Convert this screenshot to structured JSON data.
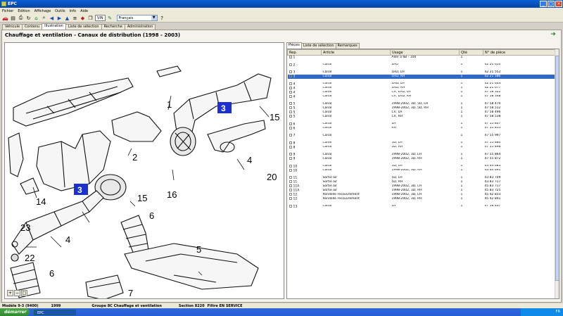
{
  "window": {
    "title": "EPC"
  },
  "menu": [
    "Fichier",
    "Edition",
    "Affichage",
    "Outils",
    "Info",
    "Aide"
  ],
  "toolbar": {
    "vin_label": "VIN",
    "language": "Français"
  },
  "tabs": [
    "Véhicule",
    "Contenu",
    "Illustration",
    "Liste de sélection",
    "Recherche",
    "Administration"
  ],
  "page": {
    "title": "Chauffage et ventilation - Canaux de distribution   (1998 - 2003)"
  },
  "right_tabs": [
    "Pièces",
    "Liste de sélection",
    "Remarques"
  ],
  "table": {
    "headers": [
      "Rep.",
      "Article",
      "Usage",
      "Qté",
      "N° de pièce"
    ],
    "rows": [
      {
        "rep": "1",
        "article": "",
        "usage": "Aller à 6B - 100",
        "qty": "1",
        "part": "",
        "sel": false
      },
      {
        "rep": "",
        "article": "",
        "usage": "",
        "qty": "",
        "part": "",
        "sel": false
      },
      {
        "rep": "2",
        "article": "Canal",
        "usage": "LHD",
        "qty": "1",
        "part": "42 21 610",
        "sel": false
      },
      {
        "rep": "",
        "article": "",
        "usage": "",
        "qty": "",
        "part": "",
        "sel": false
      },
      {
        "rep": "3",
        "article": "Canal",
        "usage": "LHD, LH",
        "qty": "1",
        "part": "42 21 552",
        "sel": false
      },
      {
        "rep": "3",
        "article": "Canal",
        "usage": "LHD, RH",
        "qty": "1",
        "part": "42 21 586",
        "sel": true
      },
      {
        "rep": "",
        "article": "",
        "usage": "",
        "qty": "",
        "part": "",
        "sel": false
      },
      {
        "rep": "4",
        "article": "Canal",
        "usage": "LHD, LH",
        "qty": "1",
        "part": "42 21 644",
        "sel": false
      },
      {
        "rep": "4",
        "article": "Canal",
        "usage": "LHD, RH",
        "qty": "1",
        "part": "42 21 677",
        "sel": false
      },
      {
        "rep": "4",
        "article": "Canal",
        "usage": "CV, LHD, LH",
        "qty": "1",
        "part": "47 58 322",
        "sel": false
      },
      {
        "rep": "4",
        "article": "Canal",
        "usage": "CV, LHD, RH",
        "qty": "1",
        "part": "47 58 348",
        "sel": false
      },
      {
        "rep": "",
        "article": "",
        "usage": "",
        "qty": "",
        "part": "",
        "sel": false
      },
      {
        "rep": "5",
        "article": "Canal",
        "usage": "1998-2002, 3D, 5D, LH",
        "qty": "1",
        "part": "47 58 470",
        "sel": false
      },
      {
        "rep": "5",
        "article": "Canal",
        "usage": "1998-2002, 3D, 5D, RH",
        "qty": "1",
        "part": "47 58 512",
        "sel": false
      },
      {
        "rep": "5",
        "article": "Canal",
        "usage": "CV, LH",
        "qty": "1",
        "part": "47 58 496",
        "sel": false
      },
      {
        "rep": "5",
        "article": "Canal",
        "usage": "CV, RH",
        "qty": "1",
        "part": "47 58 538",
        "sel": false
      },
      {
        "rep": "",
        "article": "",
        "usage": "",
        "qty": "",
        "part": "",
        "sel": false
      },
      {
        "rep": "6",
        "article": "Canal",
        "usage": "LH",
        "qty": "1",
        "part": "47 55 807",
        "sel": false
      },
      {
        "rep": "6",
        "article": "Canal",
        "usage": "RH",
        "qty": "1",
        "part": "47 55 815",
        "sel": false
      },
      {
        "rep": "",
        "article": "",
        "usage": "",
        "qty": "",
        "part": "",
        "sel": false
      },
      {
        "rep": "7",
        "article": "Canal",
        "usage": "",
        "qty": "1",
        "part": "47 55 997",
        "sel": false
      },
      {
        "rep": "",
        "article": "",
        "usage": "",
        "qty": "",
        "part": "",
        "sel": false
      },
      {
        "rep": "8",
        "article": "Canal",
        "usage": "5D, LH",
        "qty": "1",
        "part": "47 55 880",
        "sel": false
      },
      {
        "rep": "8",
        "article": "Canal",
        "usage": "5D, RH",
        "qty": "1",
        "part": "47 55 898",
        "sel": false
      },
      {
        "rep": "",
        "article": "",
        "usage": "",
        "qty": "",
        "part": "",
        "sel": false
      },
      {
        "rep": "9",
        "article": "Canal",
        "usage": "1998-2002, 3D, LH",
        "qty": "1",
        "part": "47 55 864",
        "sel": false
      },
      {
        "rep": "9",
        "article": "Canal",
        "usage": "1998-2002, 3D, RH",
        "qty": "1",
        "part": "47 55 872",
        "sel": false
      },
      {
        "rep": "",
        "article": "",
        "usage": "",
        "qty": "",
        "part": "",
        "sel": false
      },
      {
        "rep": "10",
        "article": "Canal",
        "usage": "5D, LH",
        "qty": "1",
        "part": "43 64 683",
        "sel": false
      },
      {
        "rep": "10",
        "article": "Canal",
        "usage": "1998-2002, 3D, RH",
        "qty": "1",
        "part": "43 64 691",
        "sel": false
      },
      {
        "rep": "",
        "article": "",
        "usage": "",
        "qty": "",
        "part": "",
        "sel": false
      },
      {
        "rep": "11",
        "article": "Sortie air",
        "usage": "5D, LH",
        "qty": "1",
        "part": "43 83 709",
        "sel": false
      },
      {
        "rep": "11",
        "article": "Sortie air",
        "usage": "5D, RH",
        "qty": "1",
        "part": "43 83 717",
        "sel": false
      },
      {
        "rep": "11A",
        "article": "Sortie air",
        "usage": "1998-2002, 3D, LH",
        "qty": "1",
        "part": "45 83 717",
        "sel": false
      },
      {
        "rep": "11A",
        "article": "Sortie air",
        "usage": "1998-2002, 3D, RH",
        "qty": "1",
        "part": "45 83 725",
        "sel": false
      },
      {
        "rep": "12",
        "article": "Rondelle recouvrement",
        "usage": "1998-2002, 3D, LH",
        "qty": "1",
        "part": "45 42 833",
        "sel": false
      },
      {
        "rep": "12",
        "article": "Rondelle recouvrement",
        "usage": "1998-2002, 3D, RH",
        "qty": "1",
        "part": "45 42 841",
        "sel": false
      },
      {
        "rep": "",
        "article": "",
        "usage": "",
        "qty": "",
        "part": "",
        "sel": false
      },
      {
        "rep": "13",
        "article": "Canal",
        "usage": "LH",
        "qty": "1",
        "part": "47 58 447",
        "sel": false
      }
    ]
  },
  "diagram_labels": [
    "1",
    "2",
    "3",
    "3",
    "4",
    "4",
    "5",
    "6",
    "6",
    "7",
    "14",
    "15",
    "15",
    "16",
    "20",
    "22",
    "23"
  ],
  "status": {
    "model": "Modèle  9-3 (9400)",
    "year": "1999",
    "group": "Groupe  8C Chauffage et ventilation",
    "section": "Section  8220",
    "filter": "Filtre  EN SERVICE"
  },
  "taskbar": {
    "start": "démarrer",
    "task": "EPC",
    "lang": "FR"
  }
}
